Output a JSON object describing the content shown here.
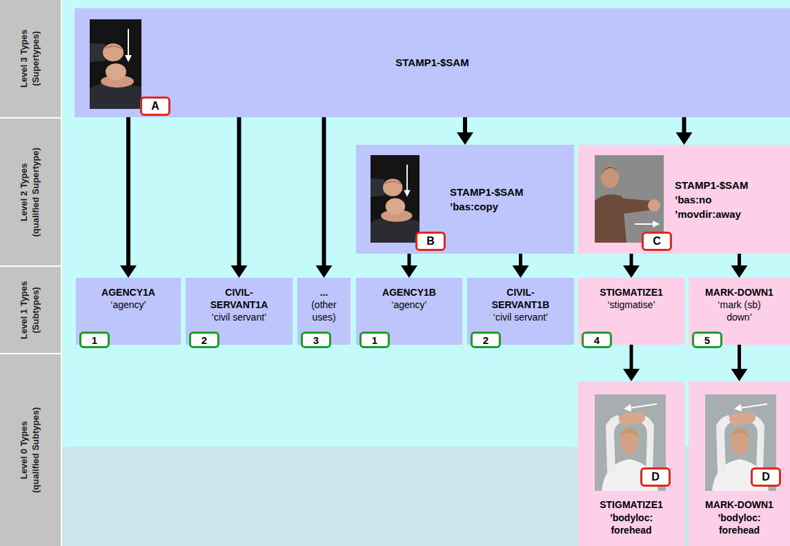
{
  "diagram": {
    "nodes": [
      {
        "text": [
          "Level 3 Types",
          "(Supertypes)"
        ]
      },
      {
        "text": [
          "STAMP1-$SAM"
        ]
      },
      {
        "text": [
          "Level 2 Types",
          "(qualified Supertype)"
        ]
      },
      {
        "text": [
          "STAMP1-$SAM",
          "’bas:copy"
        ]
      },
      {
        "text": [
          "STAMP1-$SAM",
          "’bas:no",
          "’movdir:away"
        ]
      },
      {
        "text": [
          "Level 1 Types",
          "(Subtypes)"
        ]
      },
      {
        "text": [
          "AGENCY1A",
          "‘agency’"
        ]
      },
      {
        "text": [
          "CIVIL-SERVANT1A",
          "‘civil servant’"
        ]
      },
      {
        "text": [
          "...",
          "(other uses)"
        ]
      },
      {
        "text": [
          "AGENCY1B",
          "‘agency’"
        ]
      },
      {
        "text": [
          "CIVIL-SERVANT1B",
          "‘civil servant’"
        ]
      },
      {
        "text": [
          "STIGMATIZE1",
          "‘stigmatise’"
        ]
      },
      {
        "text": [
          "MARK-DOWN1",
          "‘mark (sb) down’"
        ]
      },
      {
        "text": [
          "Level 0 Types",
          "(qualified Subtypes)"
        ]
      },
      {
        "text": [
          "STIGMATIZE1",
          "’bodyloc: forehead"
        ]
      },
      {
        "text": [
          "MARK-DOWN1",
          "’bodyloc: forehead"
        ]
      }
    ],
    "edges": [
      {
        "from": 1,
        "to": 6,
        "arrow": "to"
      },
      {
        "from": 1,
        "to": 7,
        "arrow": "to"
      },
      {
        "from": 1,
        "to": 8,
        "arrow": "to"
      },
      {
        "from": 1,
        "to": 3,
        "arrow": "to"
      },
      {
        "from": 1,
        "to": 4,
        "arrow": "to"
      },
      {
        "from": 3,
        "to": 9,
        "arrow": "to"
      },
      {
        "from": 3,
        "to": 10,
        "arrow": "to"
      },
      {
        "from": 4,
        "to": 11,
        "arrow": "to"
      },
      {
        "from": 4,
        "to": 12,
        "arrow": "to"
      },
      {
        "from": 11,
        "to": 14,
        "arrow": "to"
      },
      {
        "from": 12,
        "to": 15,
        "arrow": "to"
      }
    ],
    "labels": [
      "A",
      "B",
      "C",
      "1",
      "2",
      "3",
      "1",
      "2",
      "4",
      "5",
      "D",
      "D"
    ]
  }
}
